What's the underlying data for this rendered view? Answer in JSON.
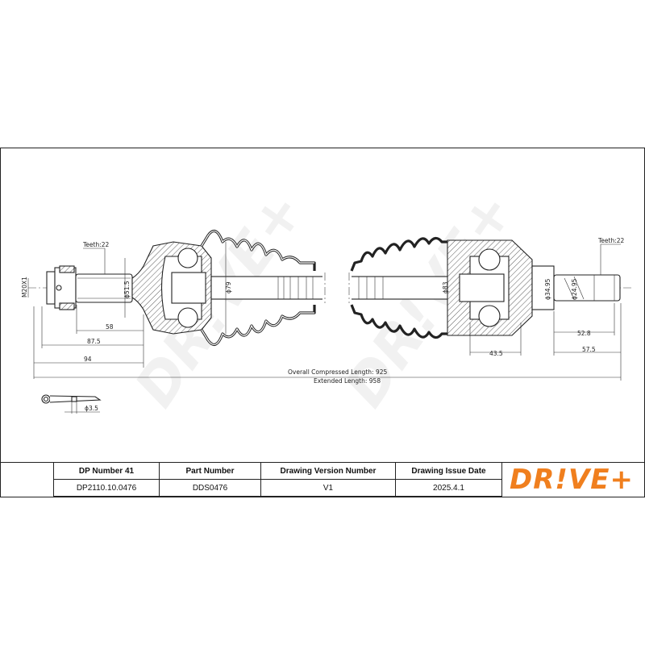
{
  "drawing": {
    "teeth_left": "Teeth:22",
    "teeth_right": "Teeth:22",
    "thread": "M20X1",
    "dia_left_shaft": "ϕ51.5",
    "dia_boot_left": "ϕ79",
    "dia_boot_right": "ϕ83",
    "dia_right_stub": "ϕ34.95",
    "dia_right_spline": "ϕ24.95",
    "dim_58": "58",
    "dim_87_5": "87.5",
    "dim_94": "94",
    "dim_43_5": "43.5",
    "dim_52_8": "52.8",
    "dim_57_5": "57.5",
    "overall_compressed": "Overall  Compressed  Length: 925",
    "extended": "Extended  Length: 958",
    "cotter_pin_dia": "ϕ3.5"
  },
  "title_block": {
    "headers": [
      "DP Number 41",
      "Part Number",
      "Drawing Version Number",
      "Drawing Issue Date"
    ],
    "values": [
      "DP2110.10.0476",
      "DDS0476",
      "V1",
      "2025.4.1"
    ]
  },
  "logo": "DR!VE+",
  "watermark": "DR!VE+",
  "colors": {
    "brand": "#f07f1e"
  }
}
